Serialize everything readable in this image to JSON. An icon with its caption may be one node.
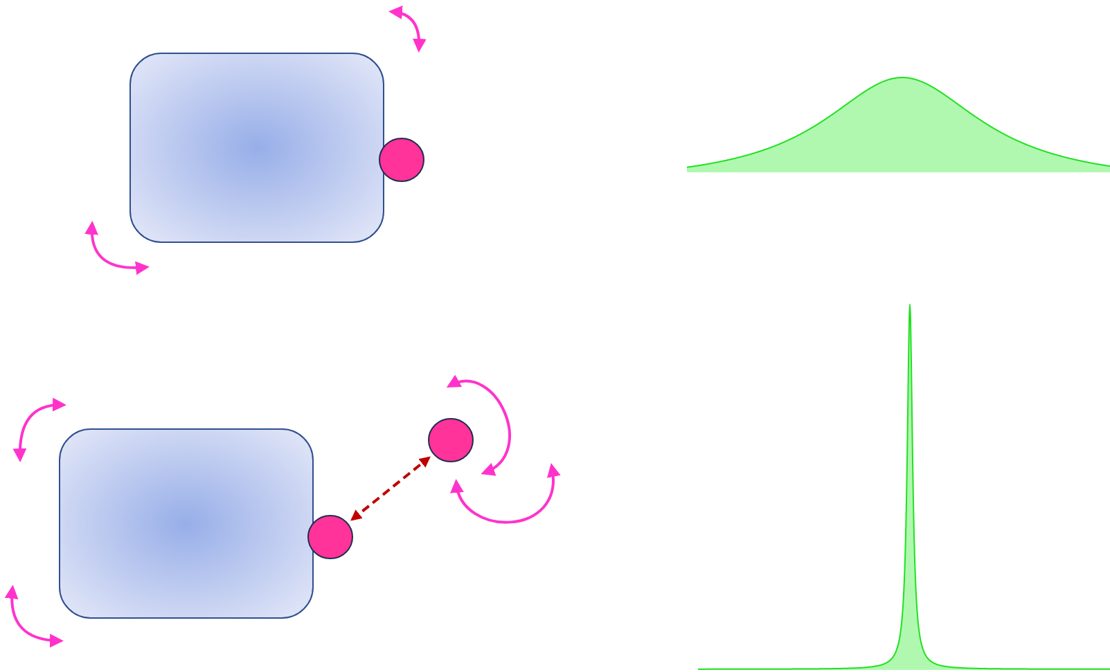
{
  "diagram": {
    "nodes": [
      {
        "text": [],
        "shape": "box"
      },
      {
        "text": [],
        "shape": "circle"
      },
      {
        "text": [],
        "shape": "box"
      },
      {
        "text": [],
        "shape": "circle"
      },
      {
        "text": [],
        "shape": "circle"
      }
    ],
    "edges": [
      {
        "from": 3,
        "to": 4,
        "arrow": "both",
        "style": "dashed",
        "color": "#c00000"
      }
    ]
  }
}
